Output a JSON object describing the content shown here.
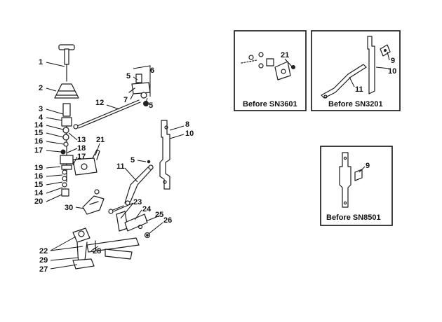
{
  "main_callouts": {
    "c1": "1",
    "c2": "2",
    "c3": "3",
    "c4": "4",
    "c5a": "5",
    "c6": "6",
    "c7": "7",
    "c5b": "5",
    "c12": "12",
    "c8": "8",
    "c10": "10",
    "c14a": "14",
    "c15a": "15",
    "c16a": "16",
    "c17a": "17",
    "c13": "13",
    "c18": "18",
    "c17b": "17",
    "c21": "21",
    "c19": "19",
    "c16b": "16",
    "c15b": "15",
    "c14b": "14",
    "c20": "20",
    "c11": "11",
    "c5c": "5",
    "c30": "30",
    "c23": "23",
    "c24": "24",
    "c25": "25",
    "c26": "26",
    "c22": "22",
    "c28": "28",
    "c29": "29",
    "c27": "27"
  },
  "inset_1": {
    "caption": "Before SN3601",
    "callout_21": "21"
  },
  "inset_2": {
    "caption": "Before SN3201",
    "callout_9": "9",
    "callout_10": "10",
    "callout_11": "11"
  },
  "inset_3": {
    "caption": "Before SN8501",
    "callout_9": "9"
  }
}
